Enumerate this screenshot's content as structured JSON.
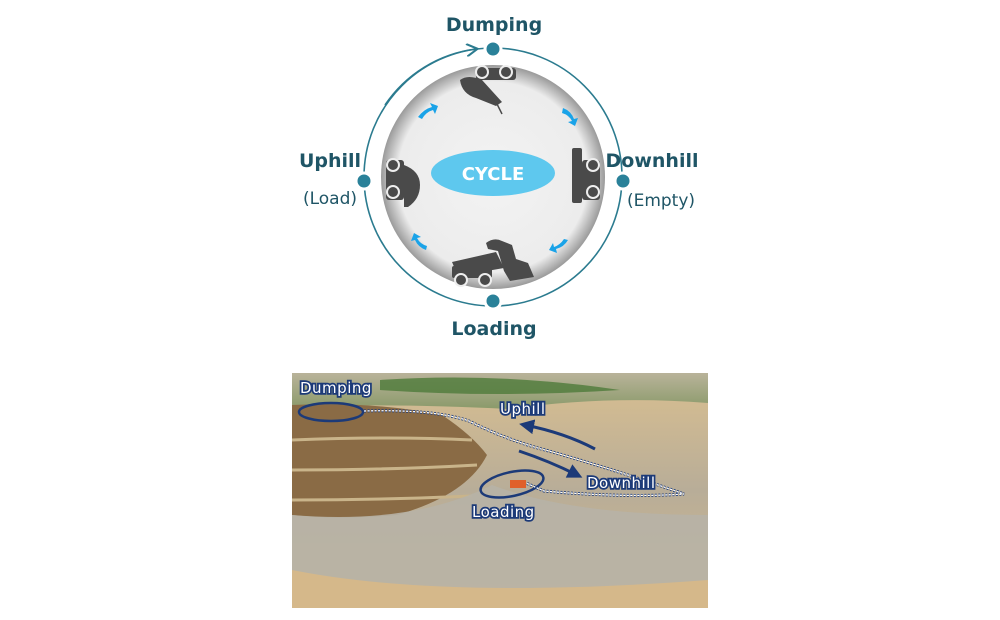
{
  "cycle_diagram": {
    "center_label": "CYCLE",
    "stages": {
      "top": "Dumping",
      "right": "Downhill",
      "right_sub": "(Empty)",
      "bottom": "Loading",
      "left": "Uphill",
      "left_sub": "(Load)"
    },
    "colors": {
      "ring": "#2b7b8f",
      "node": "#2a8199",
      "center": "#5ec8ee",
      "arrows": "#1aa3e8",
      "vehicle": "#4a4a4a"
    }
  },
  "photo": {
    "labels": {
      "dumping": "Dumping",
      "uphill": "Uphill",
      "downhill": "Downhill",
      "loading": "Loading"
    },
    "colors": {
      "annotation": "#1c3a78"
    }
  }
}
